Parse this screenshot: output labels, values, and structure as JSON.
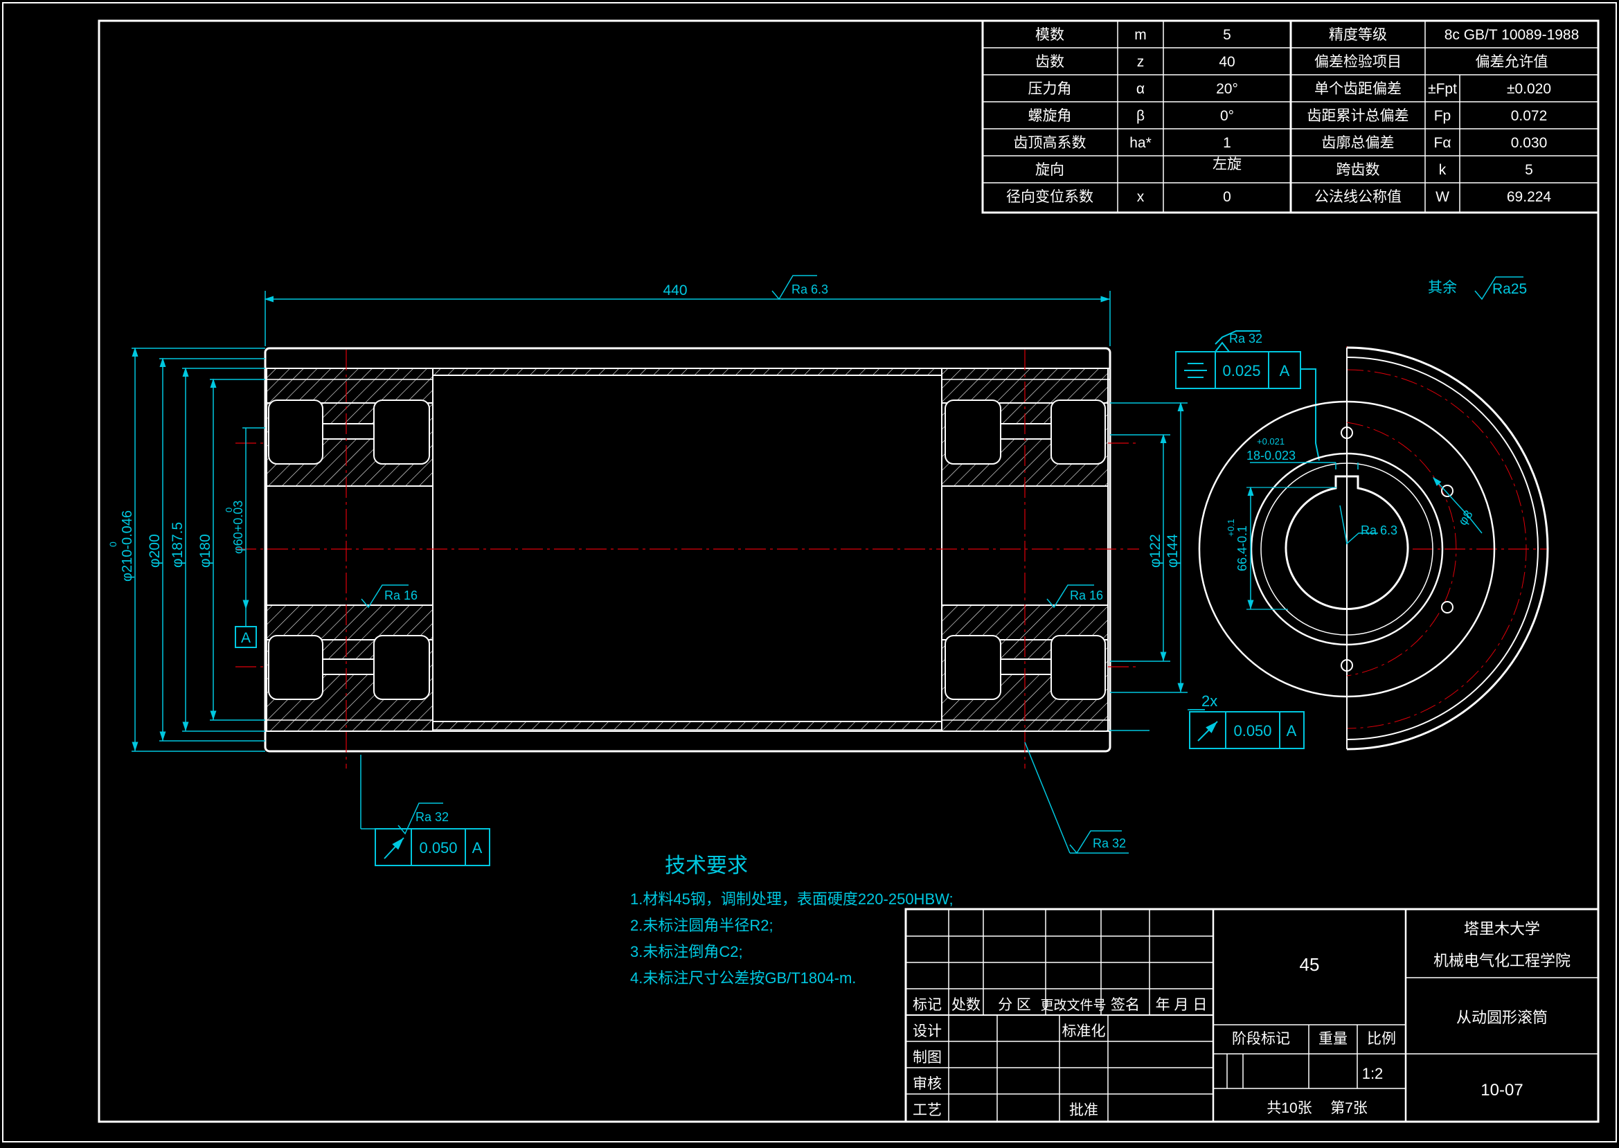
{
  "colors": {
    "background": "#000000",
    "outline": "#ffffff",
    "dimension": "#00c8e0",
    "centerline": "#e0000a",
    "hatch": "#ffffff"
  },
  "param_table": {
    "left": [
      {
        "name": "模数",
        "sym": "m",
        "val": "5"
      },
      {
        "name": "齿数",
        "sym": "z",
        "val": "40"
      },
      {
        "name": "压力角",
        "sym": "α",
        "val": "20°"
      },
      {
        "name": "螺旋角",
        "sym": "β",
        "val": "0°"
      },
      {
        "name": "齿顶高系数",
        "sym": "ha*",
        "val": "1"
      },
      {
        "name": "旋向",
        "sym": "",
        "val": "左旋"
      },
      {
        "name": "径向变位系数",
        "sym": "x",
        "val": "0"
      }
    ],
    "right_head": {
      "name": "精度等级",
      "val": "8c GB/T 10089-1988"
    },
    "right_sub": {
      "name": "偏差检验项目",
      "val": "偏差允许值"
    },
    "right": [
      {
        "name": "单个齿距偏差",
        "sym": "±Fpt",
        "val": "±0.020"
      },
      {
        "name": "齿距累计总偏差",
        "sym": "Fp",
        "val": "0.072"
      },
      {
        "name": "齿廓总偏差",
        "sym": "Fα",
        "val": "0.030"
      },
      {
        "name": "跨齿数",
        "sym": "k",
        "val": "5"
      },
      {
        "name": "公法线公称值",
        "sym": "W",
        "val": "69.224"
      }
    ]
  },
  "dims": {
    "length": "440",
    "ra_top": "Ra 6.3",
    "d_outer": "φ210-0.046",
    "d_outer_tol": "0",
    "d200": "φ200",
    "d187": "φ187.5",
    "d180": "φ180",
    "d60": "φ60+0.03",
    "d60_tol": "0",
    "d122": "φ122",
    "d144": "φ144",
    "ra16_left": "Ra 16",
    "ra16_right": "Ra 16",
    "key_width": "18-0.023",
    "key_width_tol": "+0.021",
    "key_depth": "66.4-0.1",
    "key_depth_tol": "+0.1",
    "ra63_hole": "Ra 6.3",
    "hole_dia": "φ8",
    "ra_rest_label": "其余",
    "ra_rest": "Ra25",
    "ra32_a": "Ra 32",
    "ra32_b": "Ra 32",
    "ra32_c": "Ra 32",
    "multiplier": "2x"
  },
  "gtol": {
    "flat": {
      "val": "0.025",
      "ref": "A"
    },
    "right": {
      "val": "0.050",
      "ref": "A"
    },
    "bottom": {
      "val": "0.050",
      "ref": "A"
    },
    "datum": "A"
  },
  "tech": {
    "title": "技术要求",
    "lines": [
      "1.材料45钢，调制处理，表面硬度220-250HBW;",
      "2.未标注圆角半径R2;",
      "3.未标注倒角C2;",
      "4.未标注尺寸公差按GB/T1804-m."
    ]
  },
  "title_block": {
    "material": "45",
    "school": "塔里木大学",
    "college": "机械电气化工程学院",
    "part_name": "从动圆形滚筒",
    "drawing_no": "10-07",
    "scale": "1:2",
    "sheets": "共10张",
    "sheet_no": "第7张",
    "headers": [
      "标记",
      "处数",
      "分 区",
      "更改文件号",
      "签名",
      "年 月 日"
    ],
    "roles": [
      "设计",
      "制图",
      "审核",
      "工艺"
    ],
    "standardize": "标准化",
    "approve": "批准",
    "stage_mark": "阶段标记",
    "weight": "重量",
    "scale_label": "比例"
  }
}
